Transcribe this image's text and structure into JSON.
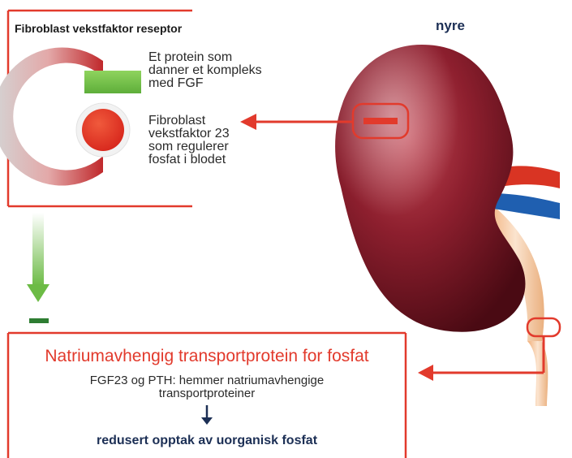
{
  "receptor": {
    "title": "Fibroblast vekstfaktor reseptor",
    "protein_desc": "Et protein som danner et kompleks med FGF",
    "fgf_desc": "Fibroblast vekstfaktor 23 som regulerer fosfat i blodet"
  },
  "kidney": {
    "label": "nyre"
  },
  "transport": {
    "title": "Natriumavhengig transportprotein for fosfat",
    "inhibition": "FGF23 og PTH: hemmer natriumavhengige transportproteiner",
    "result": "redusert opptak av uorganisk fosfat"
  },
  "colors": {
    "accent_red": "#e23a2c",
    "kidney": "#8a1e2c",
    "receptor_green": "#7ac44a",
    "inhibit_green": "#2e7d32",
    "navy": "#1c2f55"
  },
  "icons": {
    "down_arrow": "down-arrow-icon",
    "inhibition_bar": "inhibition-bar-icon"
  }
}
